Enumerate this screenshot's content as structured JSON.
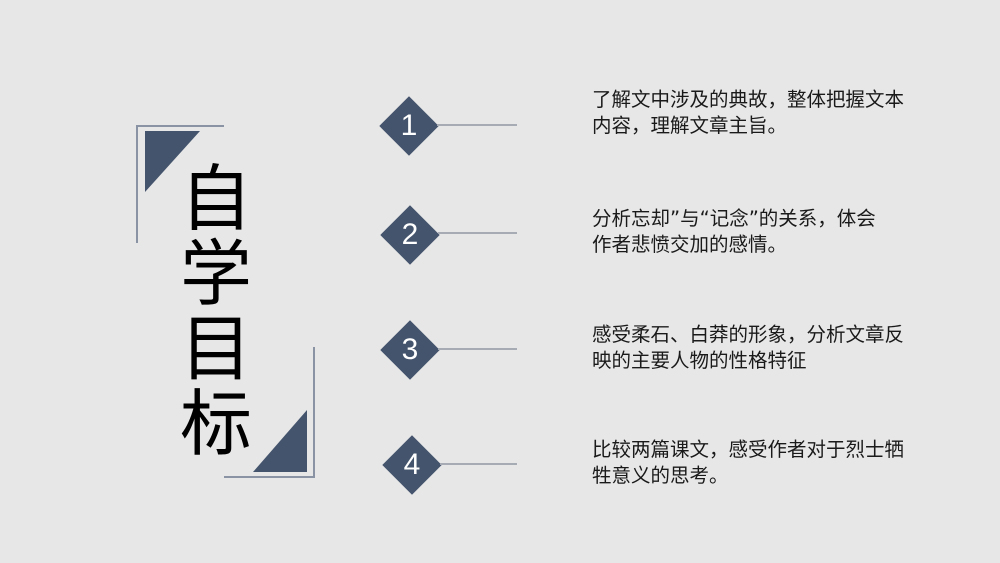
{
  "slide": {
    "background": "#e7e7e7",
    "accent_color": "#44546c",
    "title_chars": [
      "自",
      "学",
      "目",
      "标"
    ],
    "title": "自学目标",
    "goals": [
      {
        "number": "1",
        "line1": "了解文中涉及的典故，整体把握文本",
        "line2": "内容，理解文章主旨。"
      },
      {
        "number": "2",
        "line1": "分析忘却”与“记念”的关系，体会",
        "line2": "作者悲愤交加的感情。"
      },
      {
        "number": "3",
        "line1": "感受柔石、白莽的形象，分析文章反",
        "line2": "映的主要人物的性格特征"
      },
      {
        "number": "4",
        "line1": "比较两篇课文，感受作者对于烈士牺",
        "line2": "牲意义的思考。"
      }
    ]
  }
}
